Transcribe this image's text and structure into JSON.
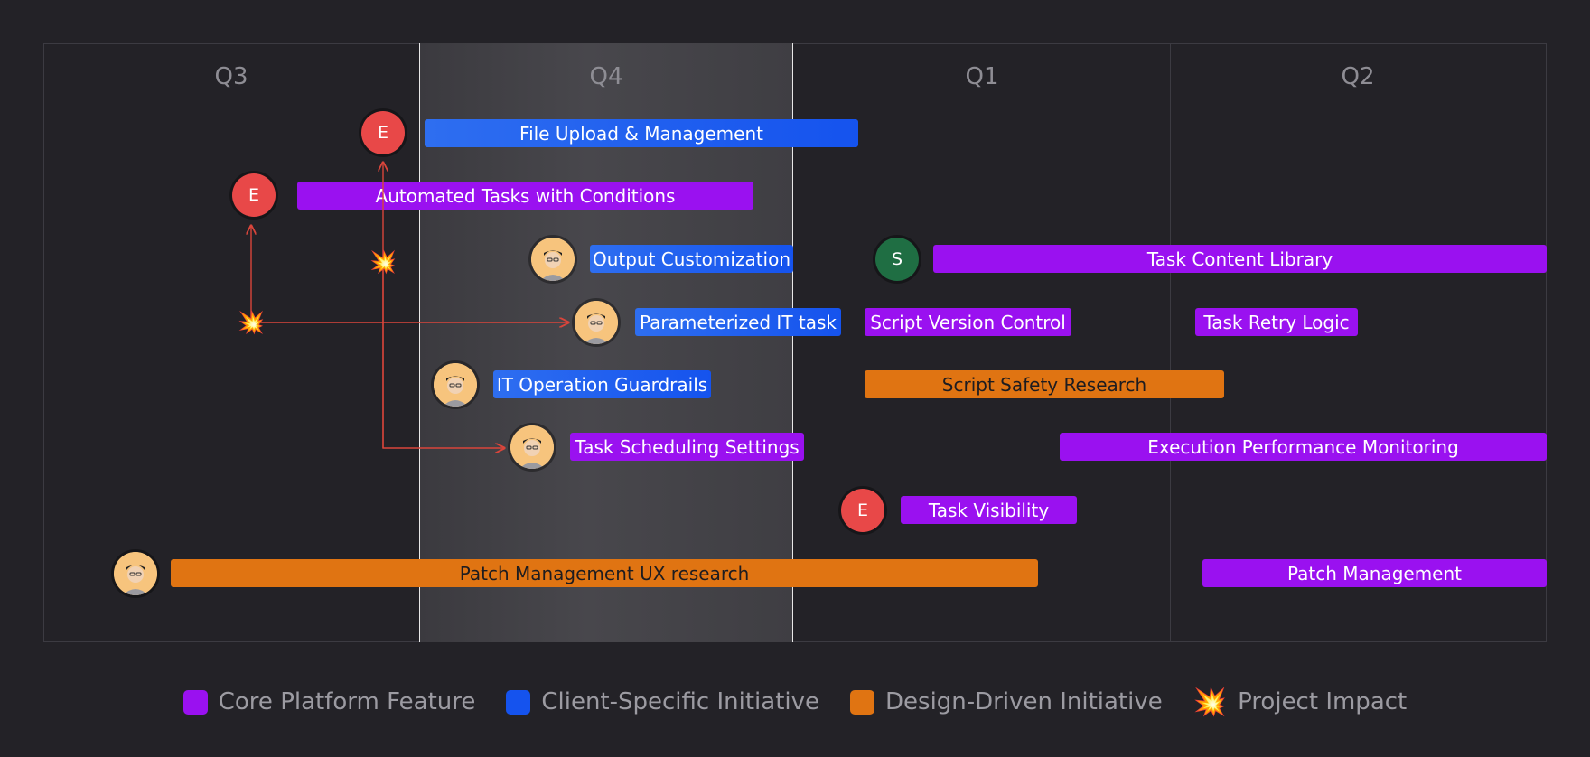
{
  "quarters": [
    "Q3",
    "Q4",
    "Q1",
    "Q2"
  ],
  "colors": {
    "core": "#9a11f0",
    "client": "#1553ee",
    "design": "#e07412",
    "arrow": "#d9453b"
  },
  "bars": {
    "file_upload": "File Upload & Management",
    "automated_tasks": "Automated Tasks with Conditions",
    "output_customization": "Output Customization",
    "task_content_library": "Task Content Library",
    "parameterized_it_task": "Parameterized IT task",
    "script_version_control": "Script Version Control",
    "task_retry_logic": "Task Retry Logic",
    "it_operation_guardrails": "IT Operation Guardrails",
    "script_safety_research": "Script Safety Research",
    "task_scheduling_settings": "Task Scheduling Settings",
    "execution_performance_monitoring": "Execution Performance Monitoring",
    "task_visibility": "Task Visibility",
    "patch_mgmt_ux_research": "Patch Management UX research",
    "patch_management": "Patch Management"
  },
  "avatars": {
    "e": "E",
    "s": "S"
  },
  "legend": {
    "core": "Core Platform Feature",
    "client": "Client-Specific Initiative",
    "design": "Design-Driven Initiative",
    "impact": "Project Impact",
    "impact_icon": "💥"
  }
}
